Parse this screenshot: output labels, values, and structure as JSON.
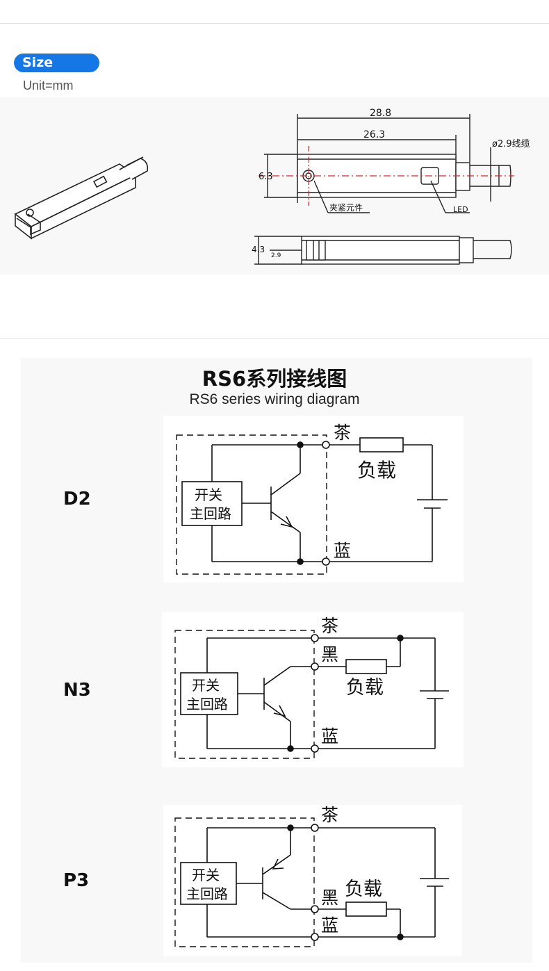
{
  "size_section": {
    "badge": "Size",
    "unit": "Unit=mm"
  },
  "drawing": {
    "overall_length": "28.8",
    "body_length": "26.3",
    "height": "6.3",
    "thickness": "4.3",
    "step": "2.9",
    "cable": "ø2.9线缆",
    "clamp_label": "夹紧元件",
    "led_label": "LED"
  },
  "wiring": {
    "title_cn": "RS6系列接线图",
    "title_en": "RS6 series wiring diagram",
    "switch_line1": "开关",
    "switch_line2": "主回路",
    "load": "负载",
    "brown": "茶",
    "black": "黑",
    "blue": "蓝",
    "models": [
      "D2",
      "N3",
      "P3"
    ]
  },
  "colors": {
    "accent": "#1577e6",
    "center_line": "#d9252a"
  }
}
